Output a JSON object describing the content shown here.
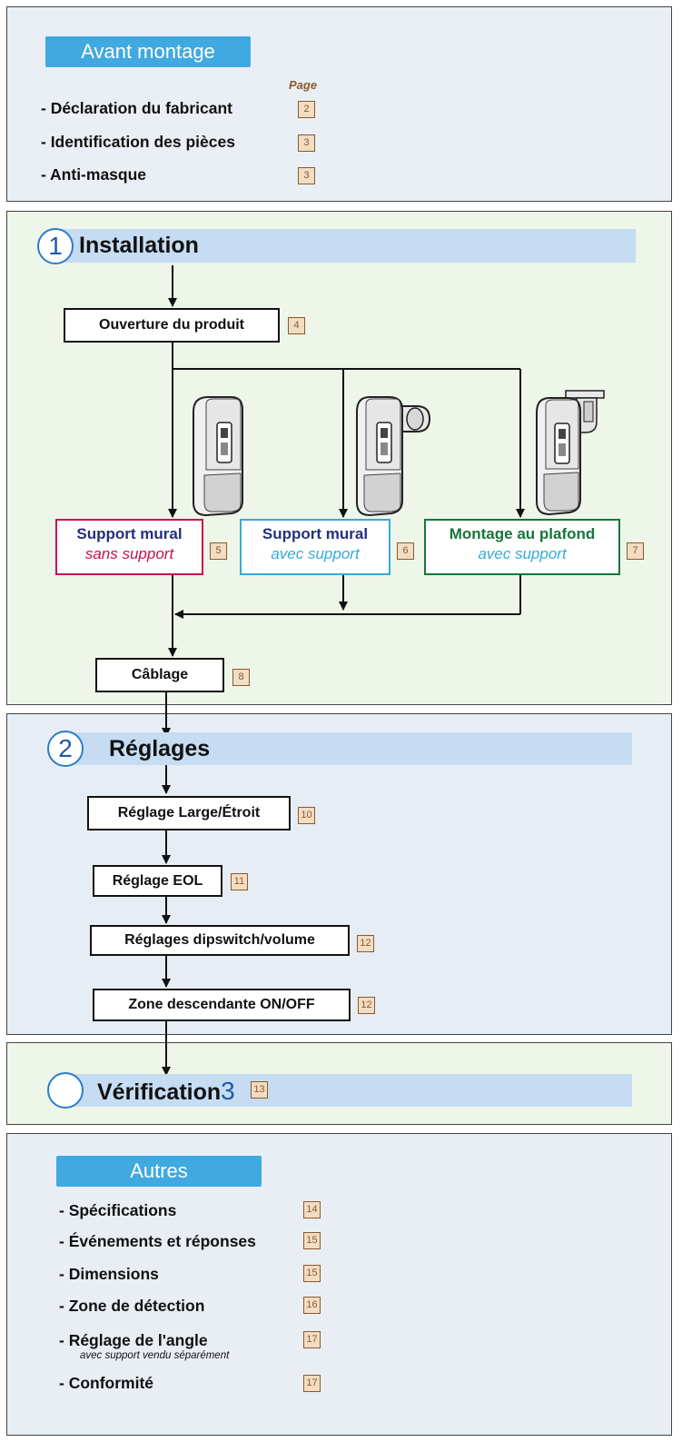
{
  "avant": {
    "title": "Avant montage",
    "page_header": "Page",
    "items": [
      {
        "label": "- Déclaration du fabricant",
        "page": "2"
      },
      {
        "label": "- Identification des pièces",
        "page": "3"
      },
      {
        "label": "- Anti-masque",
        "page": "3"
      }
    ]
  },
  "installation": {
    "number": "1",
    "title": "Installation",
    "ouverture": {
      "label": "Ouverture du produit",
      "page": "4"
    },
    "options": [
      {
        "line1": "Support mural",
        "line2": "sans support",
        "page": "5",
        "colors": {
          "border": "#c8104f",
          "line1": "#23307c",
          "line2": "#c8104f"
        }
      },
      {
        "line1": "Support mural",
        "line2": "avec support",
        "page": "6",
        "colors": {
          "border": "#38a9dc",
          "line1": "#23307c",
          "line2": "#38a9dc"
        }
      },
      {
        "line1": "Montage au plafond",
        "line2": "avec support",
        "page": "7",
        "colors": {
          "border": "#17753a",
          "line1": "#17753a",
          "line2": "#38a9dc"
        }
      }
    ],
    "cablage": {
      "label": "Câblage",
      "page": "8"
    }
  },
  "reglages": {
    "number": "2",
    "title": "Réglages",
    "steps": [
      {
        "label": "Réglage Large/Étroit",
        "page": "10"
      },
      {
        "label": "Réglage EOL",
        "page": "11"
      },
      {
        "label": "Réglages dipswitch/volume",
        "page": "12"
      },
      {
        "label": "Zone descendante ON/OFF",
        "page": "12"
      }
    ]
  },
  "verification": {
    "title": "Vérification",
    "number": "3",
    "page": "13"
  },
  "autres": {
    "title": "Autres",
    "items": [
      {
        "label": "- Spécifications",
        "page": "14"
      },
      {
        "label": "- Événements et réponses",
        "page": "15"
      },
      {
        "label": "- Dimensions",
        "page": "15"
      },
      {
        "label": "- Zone de détection",
        "page": "16"
      },
      {
        "label": "- Réglage de l'angle",
        "sub": "avec support vendu séparément",
        "page": "17"
      },
      {
        "label": "- Conformité",
        "page": "17"
      }
    ]
  },
  "colors": {
    "accent_blue": "#40a9e0",
    "band_blue": "#c5dcf3",
    "page_badge": "#8b5a2b"
  },
  "icons": [
    "detector-wall-icon",
    "detector-bracket-icon",
    "detector-ceiling-icon"
  ]
}
